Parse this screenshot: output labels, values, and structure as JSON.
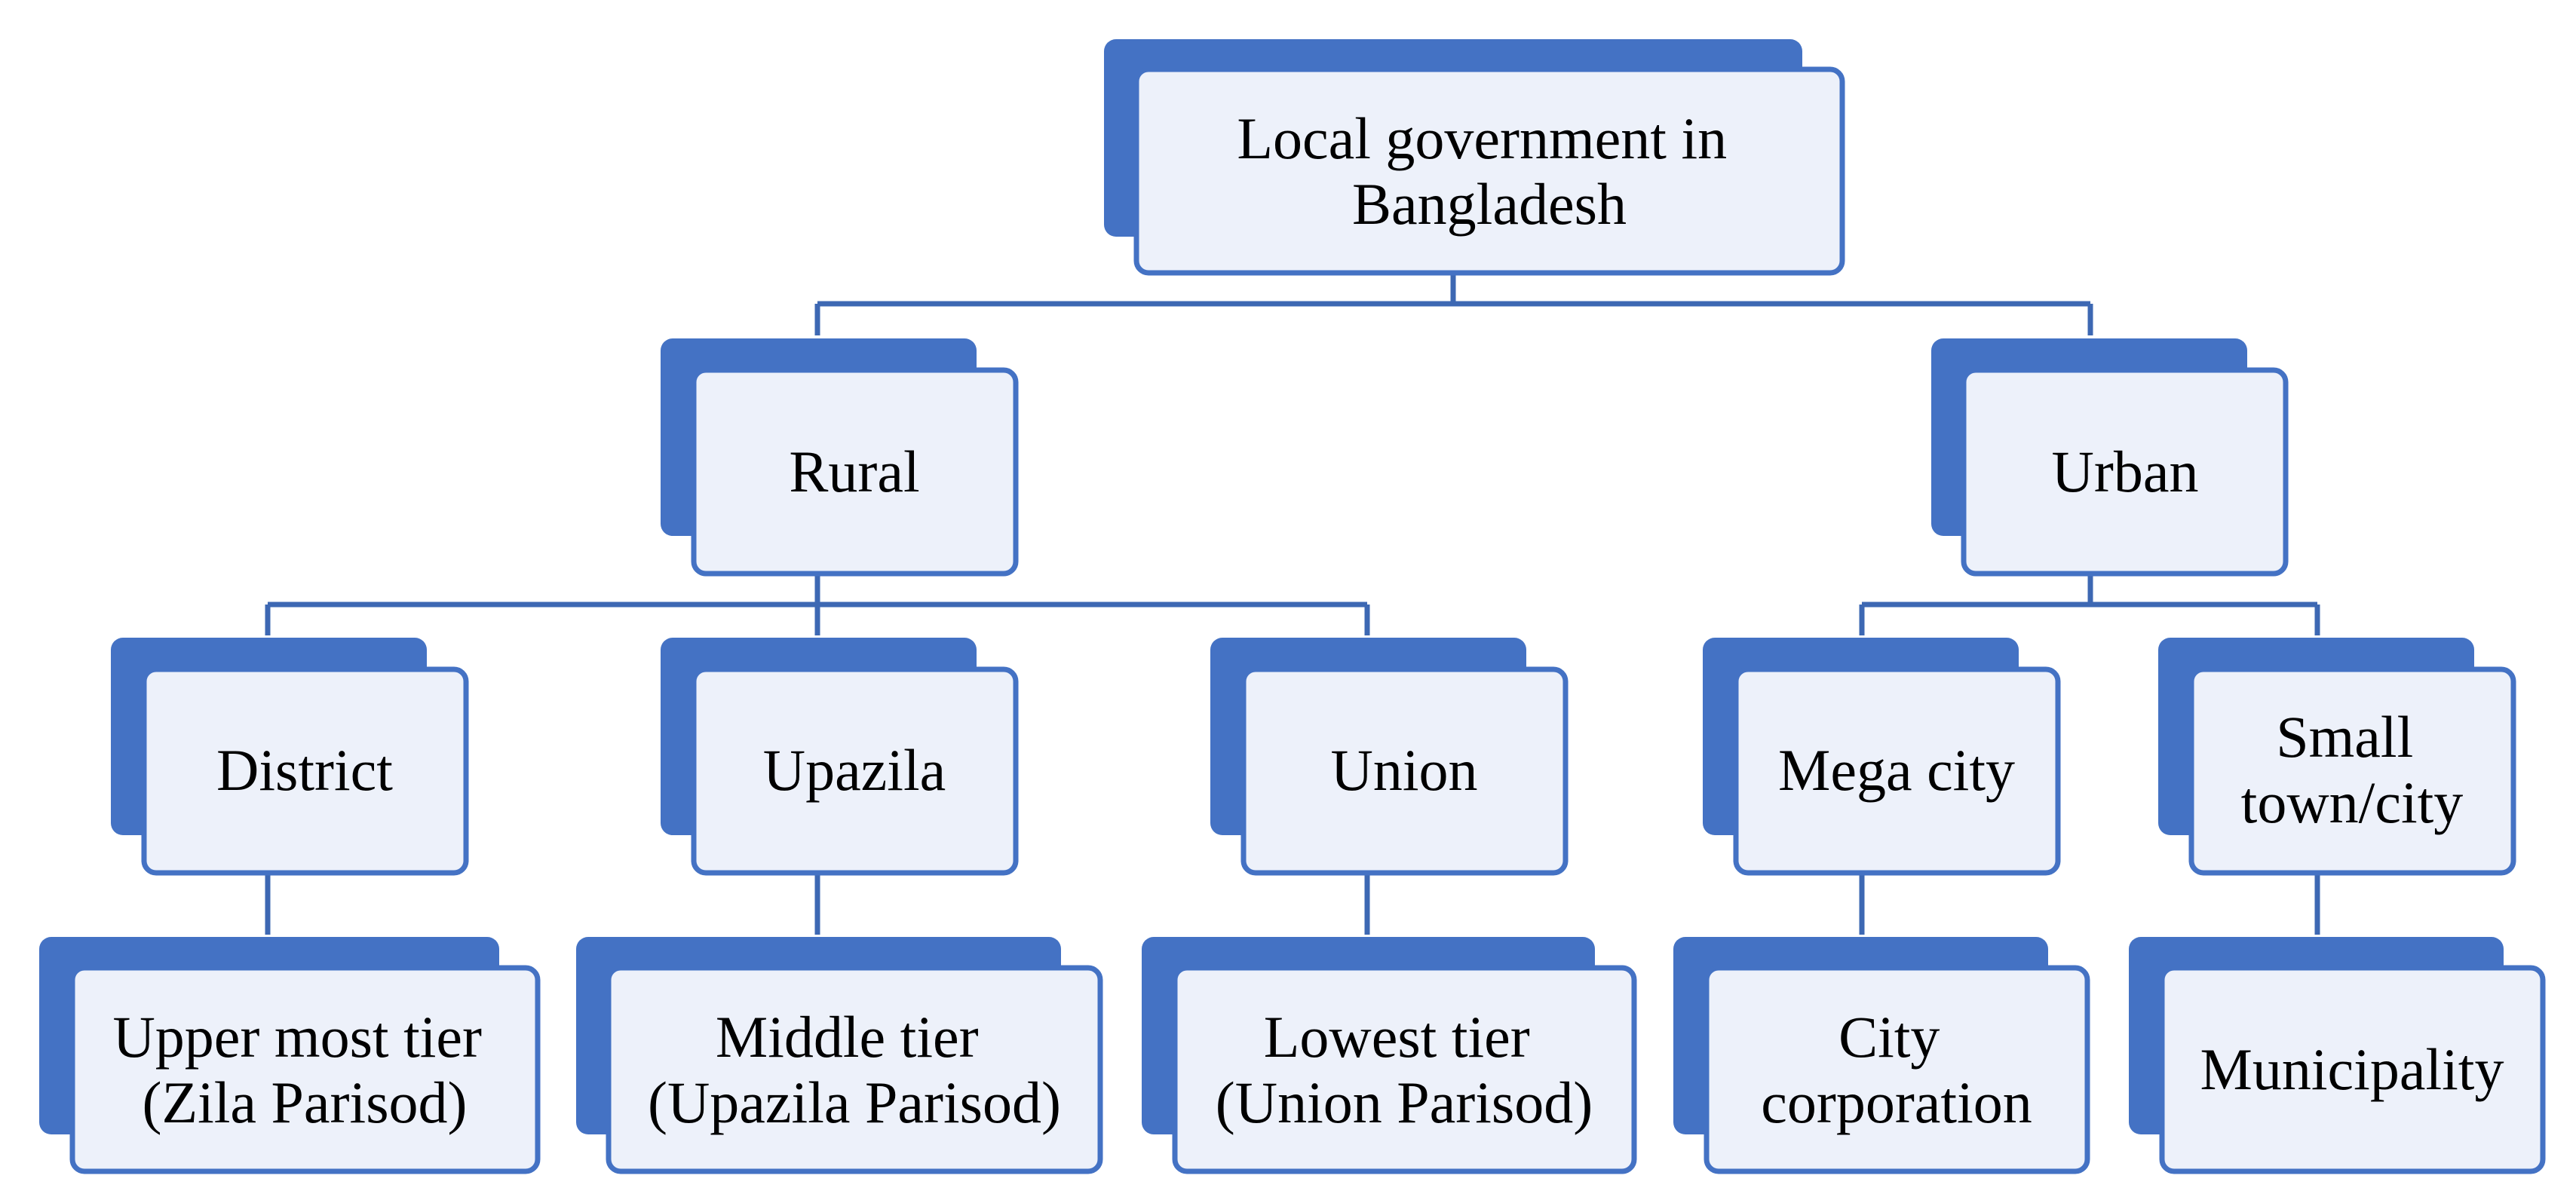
{
  "colors": {
    "accent": "#4472c4",
    "card_fill": "#edf1fa",
    "connector": "#3d68b3",
    "text": "#000000"
  },
  "diagram": {
    "root": {
      "lines": [
        "Local government in",
        "Bangladesh"
      ]
    },
    "rural": {
      "lines": [
        "Rural"
      ]
    },
    "urban": {
      "lines": [
        "Urban"
      ]
    },
    "district": {
      "lines": [
        "District"
      ]
    },
    "upazila": {
      "lines": [
        "Upazila"
      ]
    },
    "union": {
      "lines": [
        "Union"
      ]
    },
    "mega_city": {
      "lines": [
        "Mega city"
      ]
    },
    "small_town": {
      "lines": [
        "Small",
        "town/city"
      ]
    },
    "zila_parisod": {
      "lines": [
        "Upper most tier",
        "(Zila Parisod)"
      ]
    },
    "upazila_parisod": {
      "lines": [
        "Middle tier",
        "(Upazila Parisod)"
      ]
    },
    "union_parisod": {
      "lines": [
        "Lowest tier",
        "(Union Parisod)"
      ]
    },
    "city_corporation": {
      "lines": [
        "City",
        "corporation"
      ]
    },
    "municipality": {
      "lines": [
        "Municipality"
      ]
    }
  }
}
